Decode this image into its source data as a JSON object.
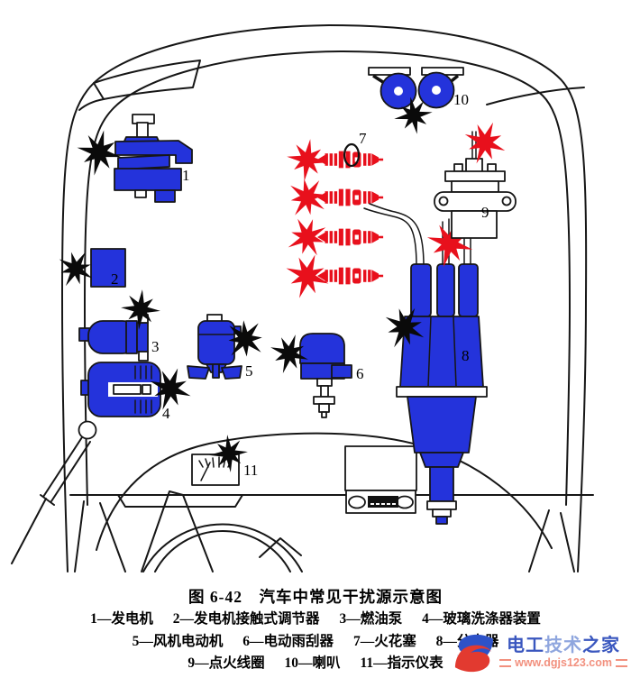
{
  "figure": {
    "caption": "图 6-42　汽车中常见干扰源示意图",
    "legend_rows": [
      [
        "1—发电机",
        "2—发电机接触式调节器",
        "3—燃油泵",
        "4—玻璃洗涤器装置"
      ],
      [
        "5—风机电动机",
        "6—电动雨刮器",
        "7—火花塞",
        "8—分电器"
      ],
      [
        "9—点火线圈",
        "10—喇叭",
        "11—指示仪表"
      ]
    ]
  },
  "diagram": {
    "part_labels": {
      "n1": "1",
      "n2": "2",
      "n3": "3",
      "n4": "4",
      "n5": "5",
      "n6": "6",
      "n7": "7",
      "n8": "8",
      "n9": "9",
      "n10": "10",
      "n11": "11"
    },
    "interference_marker": "8-point starburst",
    "colors": {
      "component_blue": "#2433db",
      "spark_red": "#e8101c",
      "star_black": "#0a0a0a",
      "outline_black": "#161616"
    }
  },
  "watermark": {
    "site_name_segments": [
      "电工",
      "技术",
      "之家"
    ],
    "site_url": "www.dgjs123.com",
    "colors": {
      "name_blue": "#3a57bf",
      "name_light_blue": "#8fa6de",
      "url_salmon": "#f2907e",
      "logo_blue": "#2d52c8",
      "logo_red": "#e23a30"
    }
  }
}
